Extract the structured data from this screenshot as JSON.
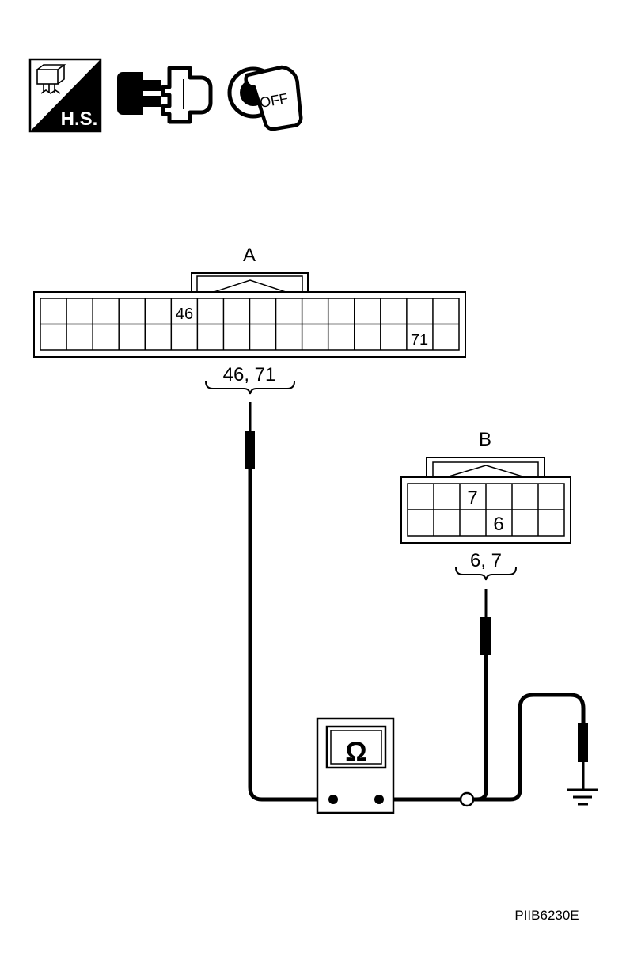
{
  "icons": {
    "harness_side": {
      "text": "H.S."
    },
    "ignition_key": {
      "text": "OFF"
    }
  },
  "connector_a": {
    "label": "A",
    "pin_upper": "46",
    "pin_lower": "71",
    "bracket_label": "46, 71"
  },
  "connector_b": {
    "label": "B",
    "pin_upper": "7",
    "pin_lower": "6",
    "bracket_label": "6, 7"
  },
  "ohmmeter": {
    "symbol": "Ω"
  },
  "figure_code": "PIIB6230E"
}
